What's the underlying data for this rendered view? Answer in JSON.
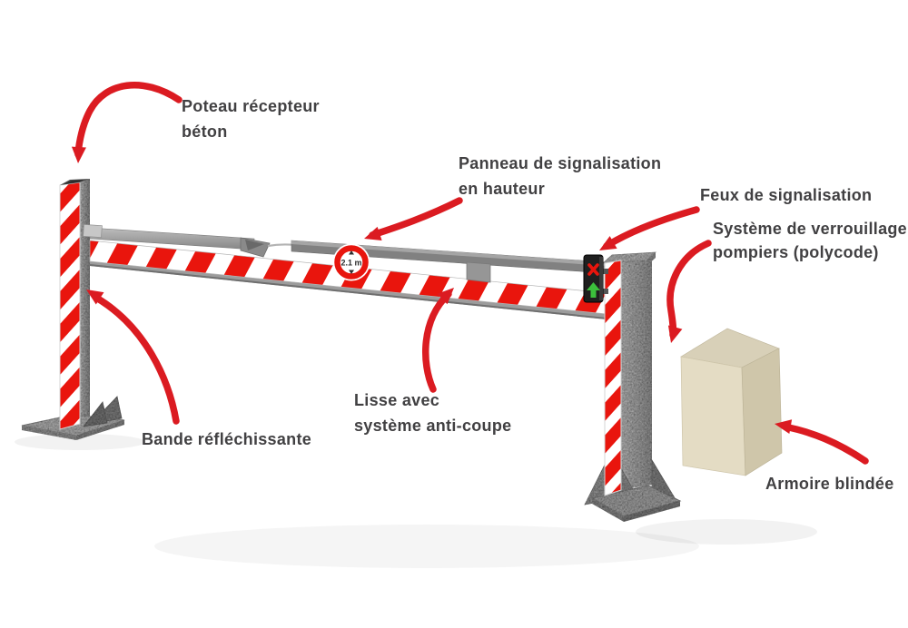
{
  "colors": {
    "arrow_red": "#db1b21",
    "stripe_red": "#e9150d",
    "label_gray": "#414042",
    "traffic_red": "#e8150d",
    "traffic_green": "#3cbf3c",
    "cabinet_beige": "#e4dcc4"
  },
  "sign": {
    "text": "2.1 m"
  },
  "icons": {
    "traffic_red": "x-cross-light",
    "traffic_green": "up-arrow-light",
    "height_sign": "height-limit-roundel"
  },
  "labels": {
    "poteau": {
      "line1": "Poteau récepteur",
      "line2": "béton"
    },
    "panneau": {
      "line1": "Panneau de signalisation",
      "line2": "en hauteur"
    },
    "feux": {
      "line1": "Feux de signalisation"
    },
    "verrouillage": {
      "line1": "Système de verrouillage",
      "line2": "pompiers (polycode)"
    },
    "lisse": {
      "line1": "Lisse avec",
      "line2": "système anti-coupe"
    },
    "bande": {
      "line1": "Bande réfléchissante"
    },
    "armoire": {
      "line1": "Armoire blindée"
    }
  }
}
